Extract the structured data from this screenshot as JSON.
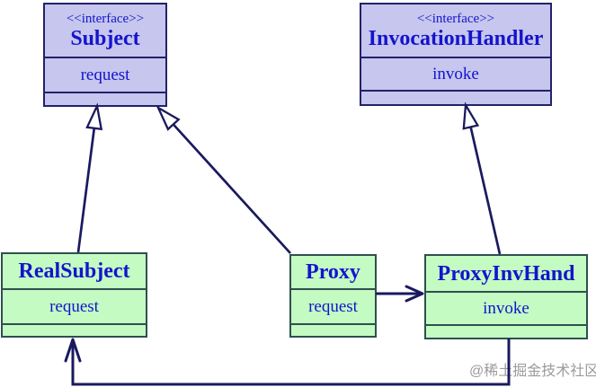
{
  "diagram": {
    "kind": "uml-class-diagram",
    "pattern": "Proxy",
    "watermark": "@稀土掘金技术社区",
    "colors": {
      "background": "#ffffff",
      "interface_fill": "#c6c6ee",
      "interface_border": "#22226a",
      "class_fill": "#c3fbc3",
      "class_border": "#2f4f4f",
      "line": "#1a1a5e",
      "text": "#1414cc",
      "watermark": "#9b9b9b"
    },
    "nodes": {
      "subject": {
        "stereotype": "<<interface>>",
        "name": "Subject",
        "method": "request"
      },
      "invocation_handler": {
        "stereotype": "<<interface>>",
        "name": "InvocationHandler",
        "method": "invoke"
      },
      "real_subject": {
        "name": "RealSubject",
        "method": "request"
      },
      "proxy": {
        "name": "Proxy",
        "method": "request"
      },
      "proxy_inv_hand": {
        "name": "ProxyInvHand",
        "method": "invoke"
      }
    },
    "edges": [
      {
        "from": "RealSubject",
        "to": "Subject",
        "type": "realization"
      },
      {
        "from": "Proxy",
        "to": "Subject",
        "type": "realization"
      },
      {
        "from": "ProxyInvHand",
        "to": "InvocationHandler",
        "type": "realization"
      },
      {
        "from": "Proxy",
        "to": "ProxyInvHand",
        "type": "association"
      },
      {
        "from": "ProxyInvHand",
        "to": "RealSubject",
        "type": "association"
      }
    ]
  }
}
